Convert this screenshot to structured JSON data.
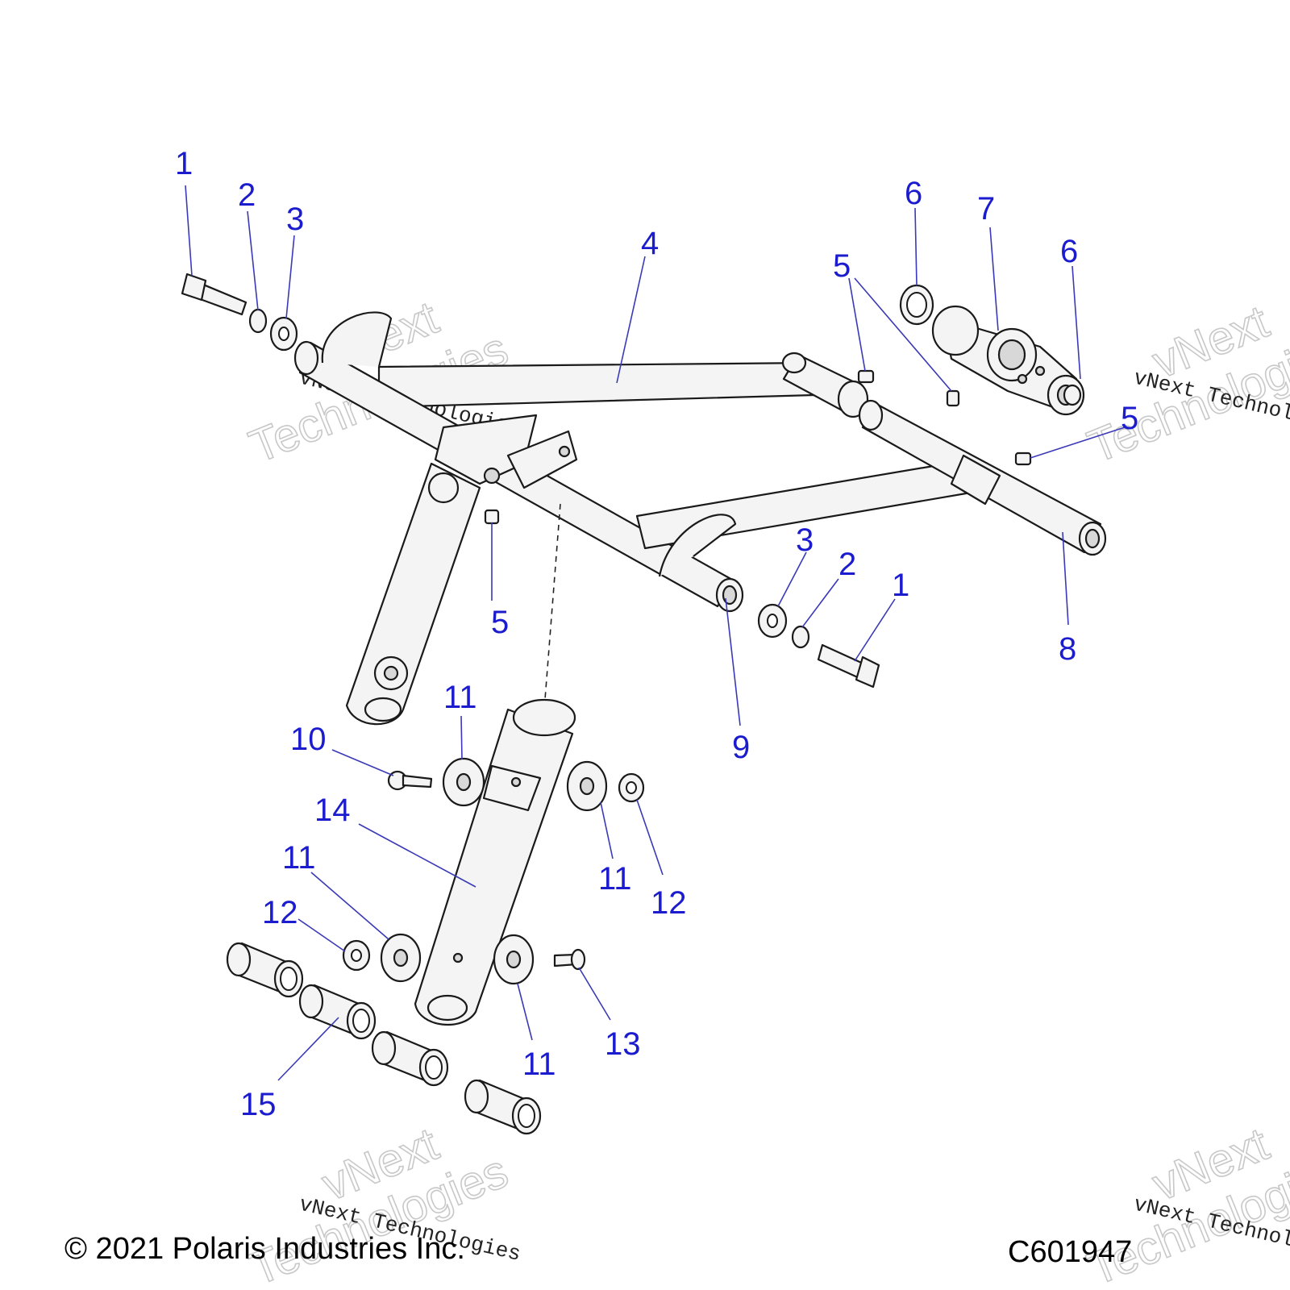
{
  "callouts": {
    "c1a": "1",
    "c2a": "2",
    "c3a": "3",
    "c4": "4",
    "c5a": "5",
    "c5b": "5",
    "c5c": "5",
    "c6a": "6",
    "c6b": "6",
    "c7": "7",
    "c8": "8",
    "c9": "9",
    "c3b": "3",
    "c2b": "2",
    "c1b": "1",
    "c10": "10",
    "c11a": "11",
    "c11b": "11",
    "c11c": "11",
    "c11d": "11",
    "c12a": "12",
    "c12b": "12",
    "c13": "13",
    "c14": "14",
    "c15": "15"
  },
  "watermark": {
    "small": "vNext Technologies",
    "line1": "vNext",
    "line2": "Technologies"
  },
  "footer": {
    "copyright": "© 2021 Polaris Industries Inc.",
    "drawing_id": "C601947"
  }
}
